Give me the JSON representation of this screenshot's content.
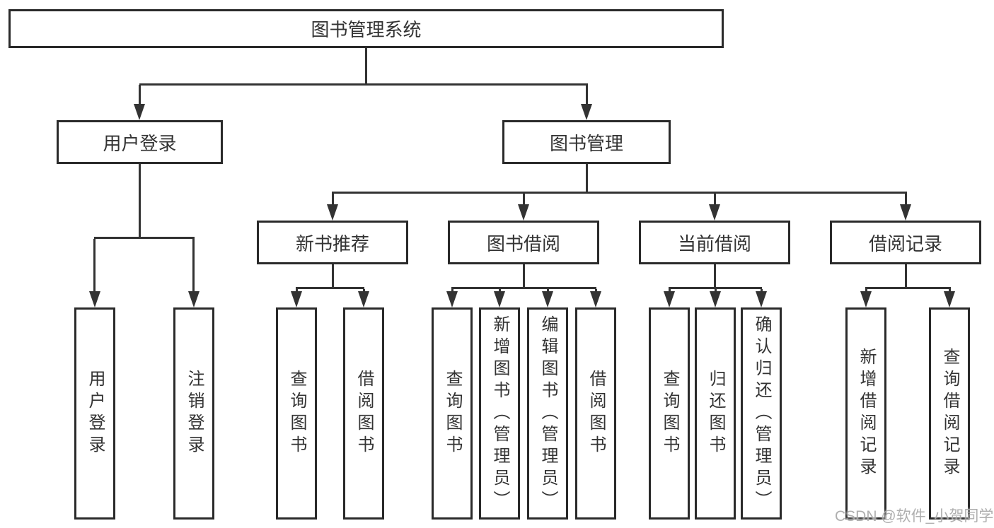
{
  "colors": {
    "background": "#ffffff",
    "line": "#333333",
    "box_border": "#2a2a2a",
    "text": "#333333",
    "watermark": "#a8a8a8"
  },
  "tree": {
    "root": {
      "label": "图书管理系统"
    },
    "children": [
      {
        "label": "用户登录",
        "children": [
          {
            "label": "用户登录"
          },
          {
            "label": "注销登录"
          }
        ]
      },
      {
        "label": "图书管理",
        "children": [
          {
            "label": "新书推荐",
            "children": [
              {
                "label": "查询图书"
              },
              {
                "label": "借阅图书"
              }
            ]
          },
          {
            "label": "图书借阅",
            "children": [
              {
                "label": "查询图书"
              },
              {
                "label": "新增图书（管理员）"
              },
              {
                "label": "编辑图书（管理员）"
              },
              {
                "label": "借阅图书"
              }
            ]
          },
          {
            "label": "当前借阅",
            "children": [
              {
                "label": "查询图书"
              },
              {
                "label": "归还图书"
              },
              {
                "label": "确认归还（管理员）"
              }
            ]
          },
          {
            "label": "借阅记录",
            "children": [
              {
                "label": "新增借阅记录"
              },
              {
                "label": "查询借阅记录"
              }
            ]
          }
        ]
      }
    ]
  },
  "watermark": {
    "text": "CSDN @软件_小贺同学"
  }
}
